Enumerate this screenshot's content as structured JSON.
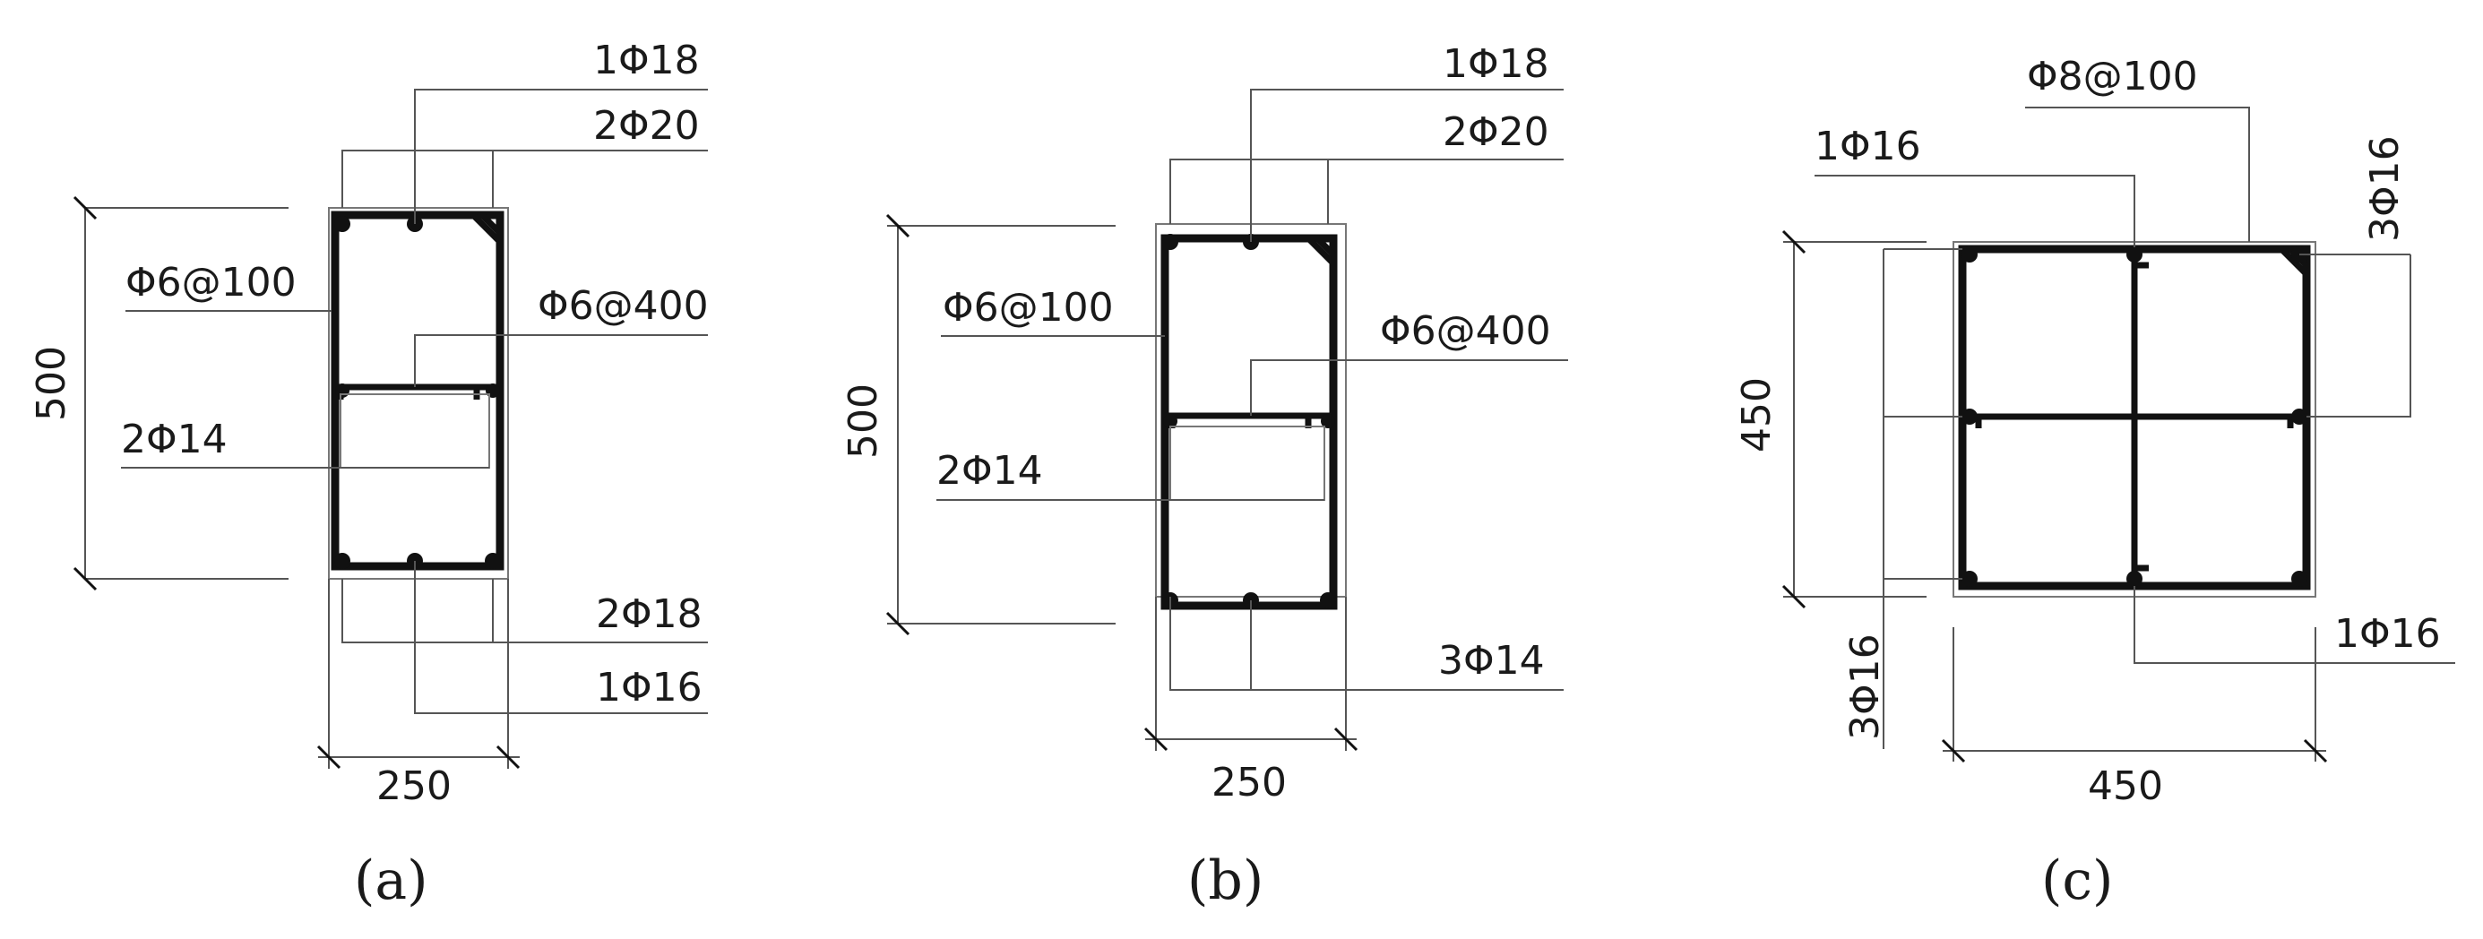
{
  "panels": [
    {
      "caption": "(a)",
      "width": "250",
      "height": "500",
      "labels": [
        "1Φ18",
        "2Φ20",
        "Φ6@100",
        "Φ6@400",
        "2Φ14",
        "2Φ18",
        "1Φ16"
      ]
    },
    {
      "caption": "(b)",
      "width": "250",
      "height": "500",
      "labels": [
        "1Φ18",
        "2Φ20",
        "Φ6@100",
        "Φ6@400",
        "2Φ14",
        "3Φ14"
      ]
    },
    {
      "caption": "(c)",
      "width": "450",
      "height": "450",
      "labels": [
        "Φ8@100",
        "1Φ16",
        "3Φ16",
        "3Φ16",
        "1Φ16"
      ]
    }
  ]
}
